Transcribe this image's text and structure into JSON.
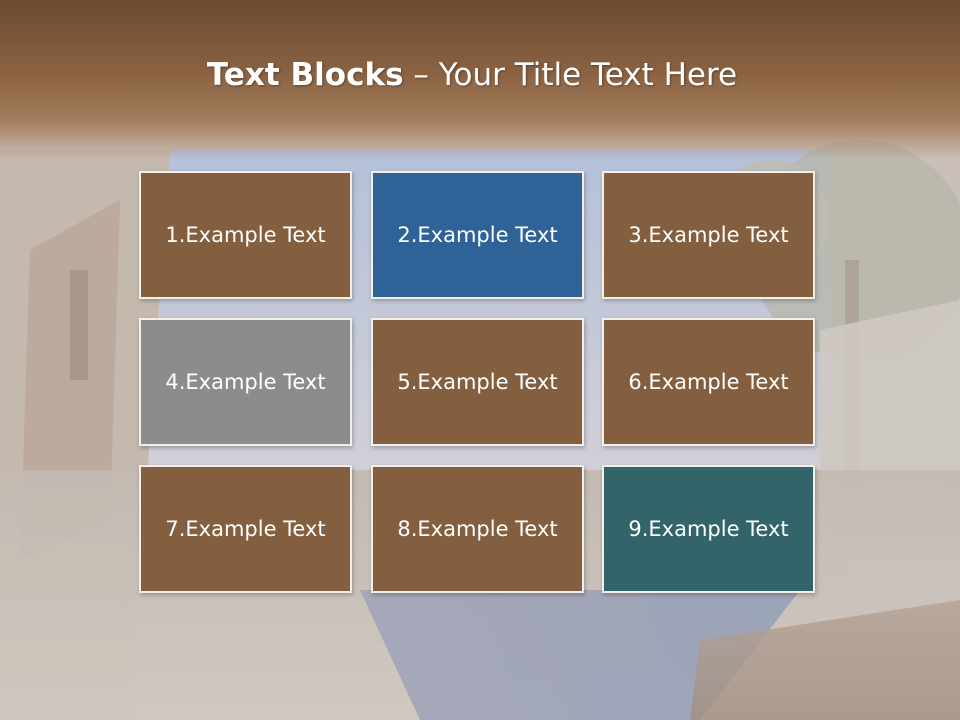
{
  "title": {
    "bold": "Text Blocks",
    "dash": "–",
    "rest": "Your Title Text Here"
  },
  "blocks": [
    {
      "label": "1.Example Text",
      "color": "#835f40"
    },
    {
      "label": "2.Example Text",
      "color": "#2f6297"
    },
    {
      "label": "3.Example Text",
      "color": "#835f40"
    },
    {
      "label": "4.Example Text",
      "color": "#8c8c8c"
    },
    {
      "label": "5.Example Text",
      "color": "#835f40"
    },
    {
      "label": "6.Example Text",
      "color": "#835f40"
    },
    {
      "label": "7.Example Text",
      "color": "#835f40"
    },
    {
      "label": "8.Example Text",
      "color": "#835f40"
    },
    {
      "label": "9.Example Text",
      "color": "#33646a"
    }
  ],
  "colors": {
    "header": "#6b4b31",
    "brown_block": "#835f40",
    "blue_block": "#2f6297",
    "gray_block": "#8c8c8c",
    "teal_block": "#33646a",
    "block_border": "#f4efe9"
  }
}
